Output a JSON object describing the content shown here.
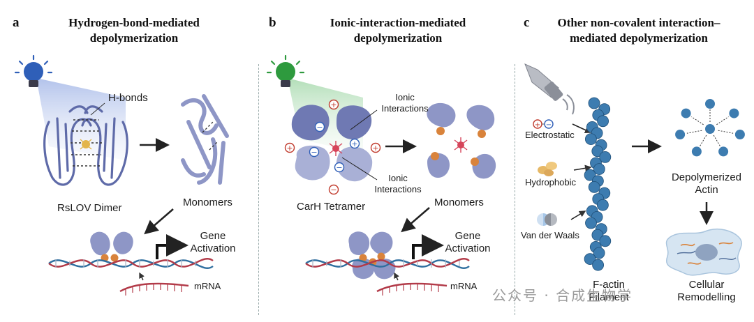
{
  "panels": [
    {
      "letter": "a",
      "title_line1": "Hydrogen-bond-mediated",
      "title_line2": "depolymerization"
    },
    {
      "letter": "b",
      "title_line1": "Ionic-interaction-mediated",
      "title_line2": "depolymerization"
    },
    {
      "letter": "c",
      "title_line1": "Other non-covalent interaction–",
      "title_line2": "mediated depolymerization"
    }
  ],
  "panel_a": {
    "hbonds": "H-bonds",
    "dimer": "RsLOV Dimer",
    "monomers": "Monomers",
    "gene_line1": "Gene",
    "gene_line2": "Activation",
    "mrna": "mRNA"
  },
  "panel_b": {
    "ionic_top_line1": "Ionic",
    "ionic_top_line2": "Interactions",
    "ionic_bottom_line1": "Ionic",
    "ionic_bottom_line2": "Interactions",
    "tetramer": "CarH Tetramer",
    "monomers": "Monomers",
    "gene_line1": "Gene",
    "gene_line2": "Activation",
    "mrna": "mRNA"
  },
  "panel_c": {
    "electrostatic": "Electrostatic",
    "hydrophobic": "Hydrophobic",
    "vdw": "Van der Waals",
    "factin_line1": "F-actin",
    "factin_line2": "Filament",
    "depoly_line1": "Depolymerized",
    "depoly_line2": "Actin",
    "cell_line1": "Cellular",
    "cell_line2": "Remodelling"
  },
  "watermark": "公众号 · 合成生物学",
  "colors": {
    "protein": "#8e96c6",
    "protein_dark": "#5e6aa8",
    "light_blue": "#2f5fb8",
    "light_green": "#2e9a3e",
    "actin": "#3d7cb0",
    "dna_red": "#b23a48",
    "dna_blue": "#2f6f9f"
  }
}
